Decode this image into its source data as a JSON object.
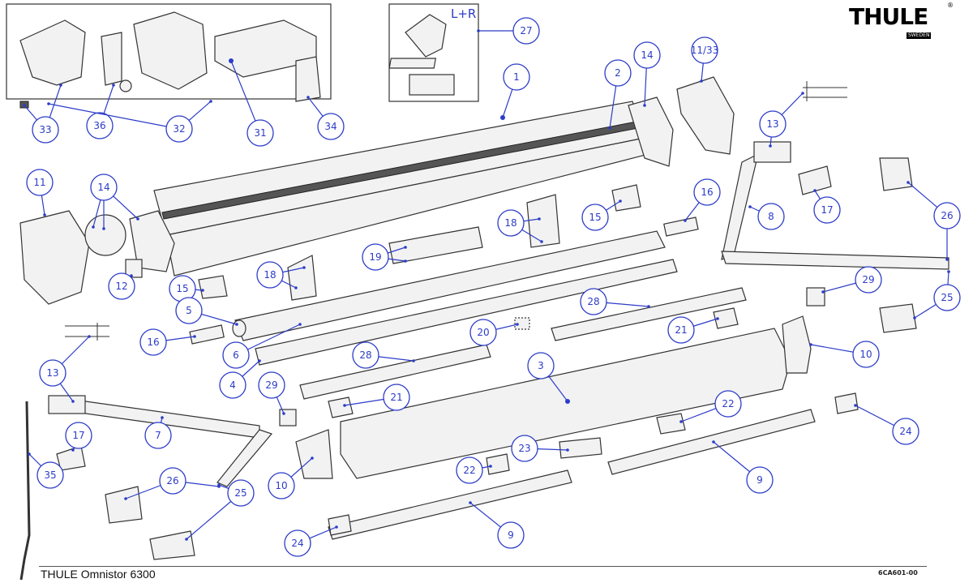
{
  "title": "THULE Omnistor 6300",
  "drawing_code": "6CA601-00",
  "logo": {
    "text": "THULE",
    "subtext": "SWEDEN",
    "mark": "®"
  },
  "box27_note": "L+R",
  "colors": {
    "callout": "#2c3cc8",
    "outline": "#333333"
  },
  "callouts": [
    "1",
    "2",
    "14",
    "11/33",
    "27",
    "33",
    "36",
    "32",
    "31",
    "34",
    "11",
    "14",
    "13",
    "16",
    "8",
    "17",
    "26",
    "18",
    "15",
    "19",
    "15",
    "18",
    "12",
    "5",
    "16",
    "6",
    "4",
    "13",
    "29",
    "28",
    "25",
    "20",
    "21",
    "28",
    "3",
    "10",
    "29",
    "21",
    "22",
    "24",
    "7",
    "17",
    "35",
    "10",
    "26",
    "25",
    "22",
    "23",
    "9",
    "9",
    "24"
  ]
}
